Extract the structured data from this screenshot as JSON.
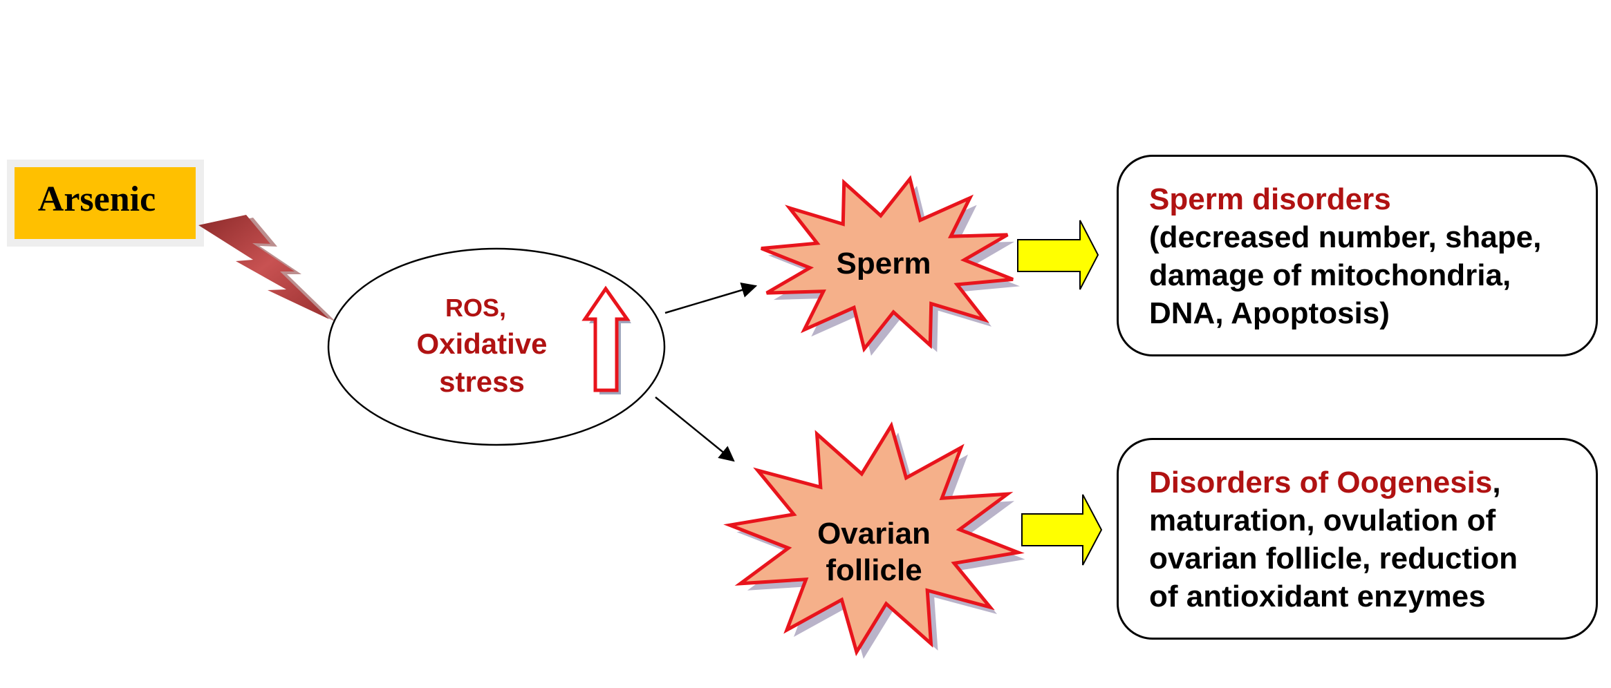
{
  "source": {
    "label": "Arsenic"
  },
  "mechanism": {
    "line1": "ROS,",
    "line2": "Oxidative",
    "line3": "stress"
  },
  "targets": {
    "sperm": {
      "label": "Sperm"
    },
    "ovarian": {
      "line1": "Ovarian",
      "line2": "follicle"
    }
  },
  "outcomes": {
    "sperm": {
      "title": "Sperm disorders",
      "line1": "(decreased number, shape,",
      "line2": "damage  of mitochondria,",
      "line3": "DNA,  Apoptosis)"
    },
    "oogenesis": {
      "title": "Disorders  of  Oogenesis",
      "title_suffix": ",",
      "line1": "maturation, ovulation  of",
      "line2": "ovarian follicle, reduction",
      "line3": "of antioxidant enzymes"
    }
  },
  "colors": {
    "accent_red": "#b01212",
    "arsenic_box": "#ffc000",
    "starburst_fill": "#f5b08a",
    "starburst_stroke": "#e8141c",
    "outcome_arrow": "#ffff00",
    "lightning": "#b84040"
  }
}
